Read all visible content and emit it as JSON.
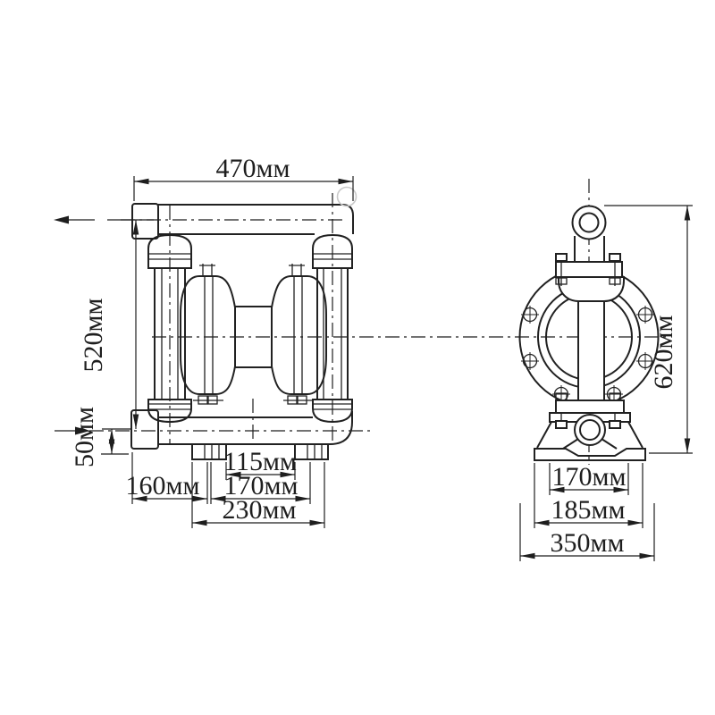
{
  "colors": {
    "background": "#ffffff",
    "line": "#212121",
    "dimension": "#1e1e1e",
    "revision_circle": "#c9c9c9"
  },
  "front_view": {
    "dimensions": {
      "top_width": "470мм",
      "overall_height": "520мм",
      "inlet_height": "50мм",
      "left_offset": "160мм",
      "inner_port_span": "115мм",
      "foot_span": "170мм",
      "base_span": "230мм"
    }
  },
  "side_view": {
    "dimensions": {
      "overall_height": "620мм",
      "clamp_width": "170мм",
      "base_inner_width": "185мм",
      "overall_width": "350мм"
    }
  },
  "icons": {
    "outlet_flow": "arrow-left",
    "inlet_flow": "arrow-right",
    "revision_marker": "circle"
  }
}
